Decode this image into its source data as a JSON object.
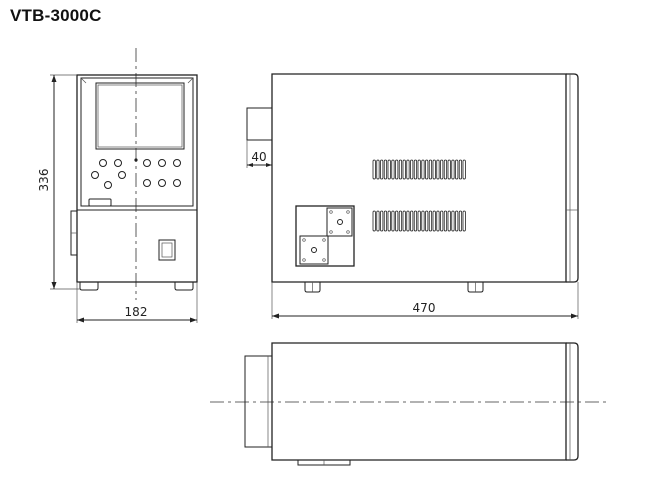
{
  "title": "VTB-3000C",
  "dimensions": {
    "height": "336",
    "front_width": "182",
    "depth": "470",
    "handle_depth": "40"
  },
  "colors": {
    "line": "#222222",
    "background": "#ffffff"
  }
}
